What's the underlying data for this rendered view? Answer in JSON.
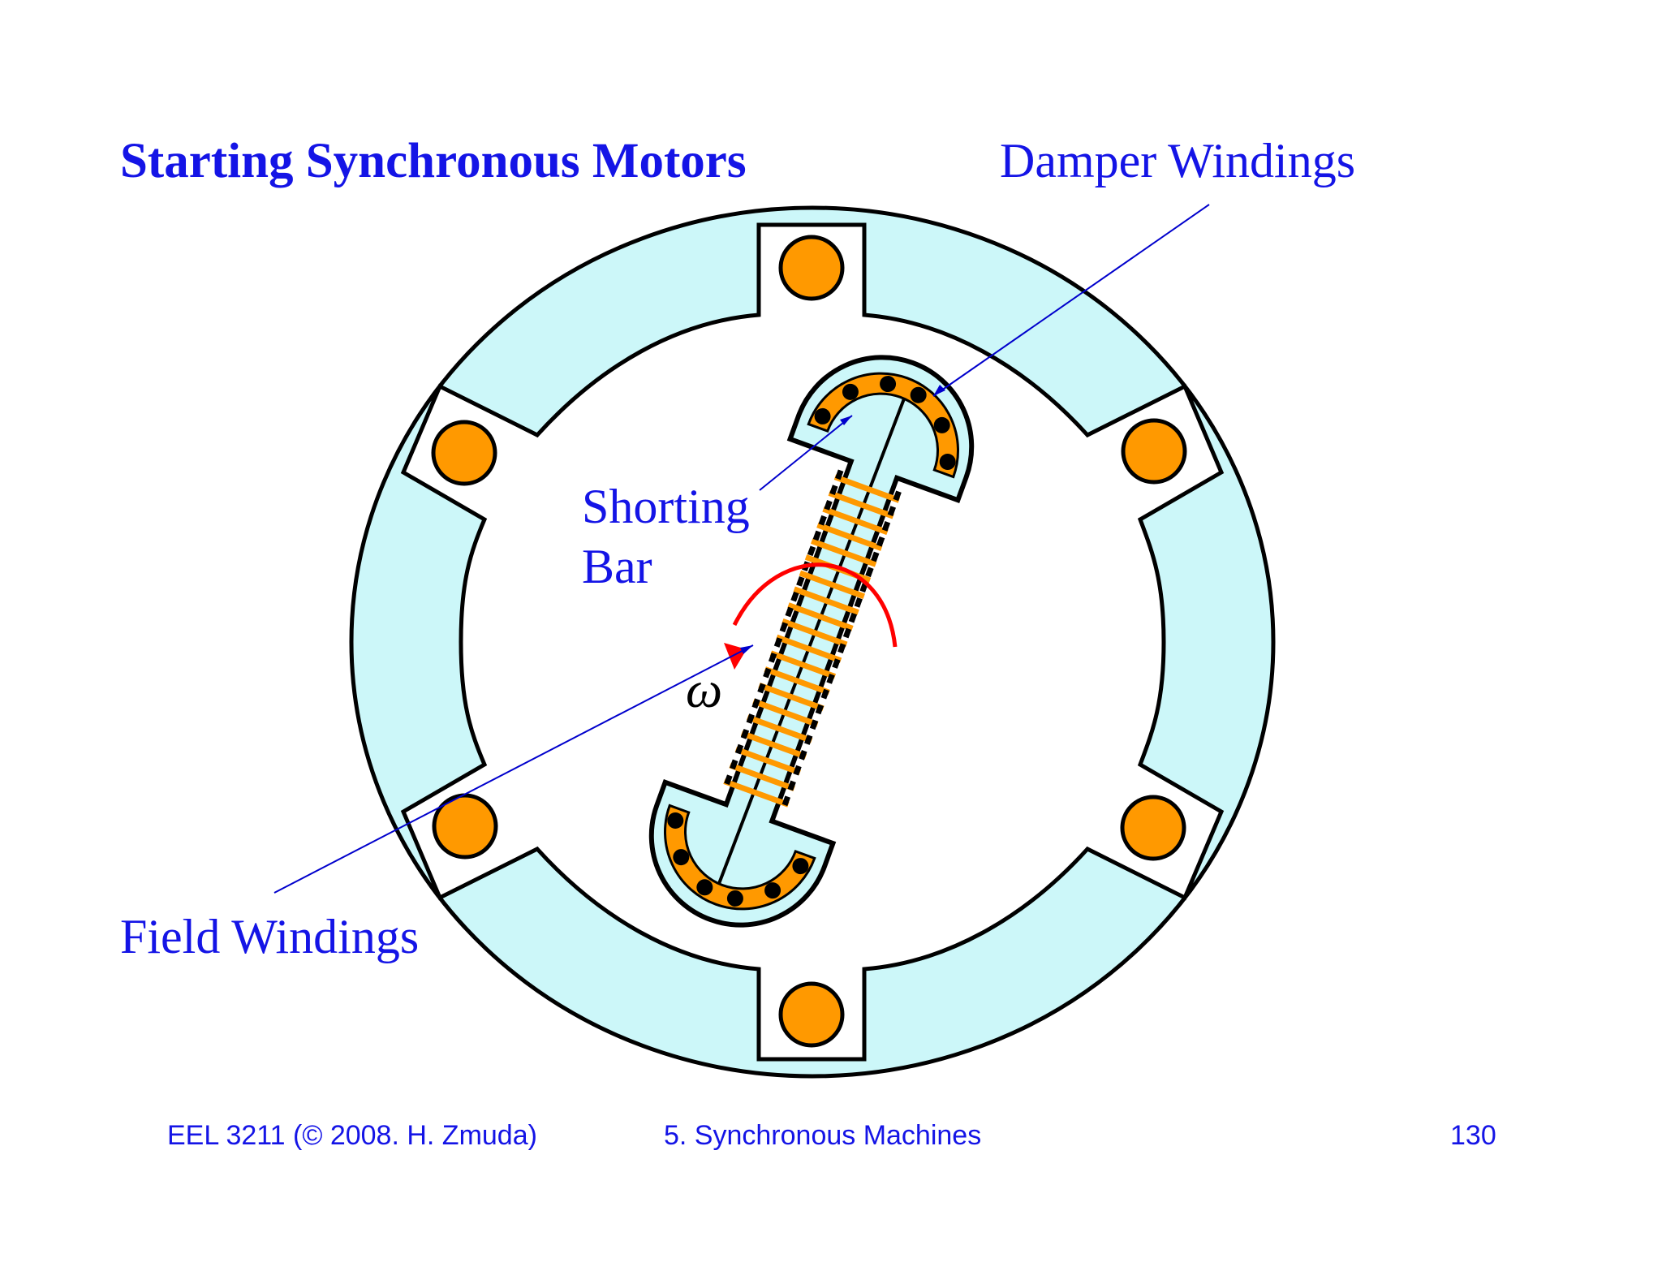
{
  "slide": {
    "title": "Starting Synchronous Motors",
    "colors": {
      "text": "#1414e6",
      "stator": "#ccf7f9",
      "coil": "#ff9900",
      "arrow": "#ff0000",
      "leader": "#0000cc"
    }
  },
  "labels": {
    "damper_windings": "Damper Windings",
    "shorting_bar_line1": "Shorting",
    "shorting_bar_line2": "Bar",
    "field_windings": "Field Windings",
    "omega": "ω"
  },
  "footer": {
    "course": "EEL 3211 (© 2008. H. Zmuda)",
    "chapter": "5. Synchronous Machines",
    "page": "130"
  }
}
